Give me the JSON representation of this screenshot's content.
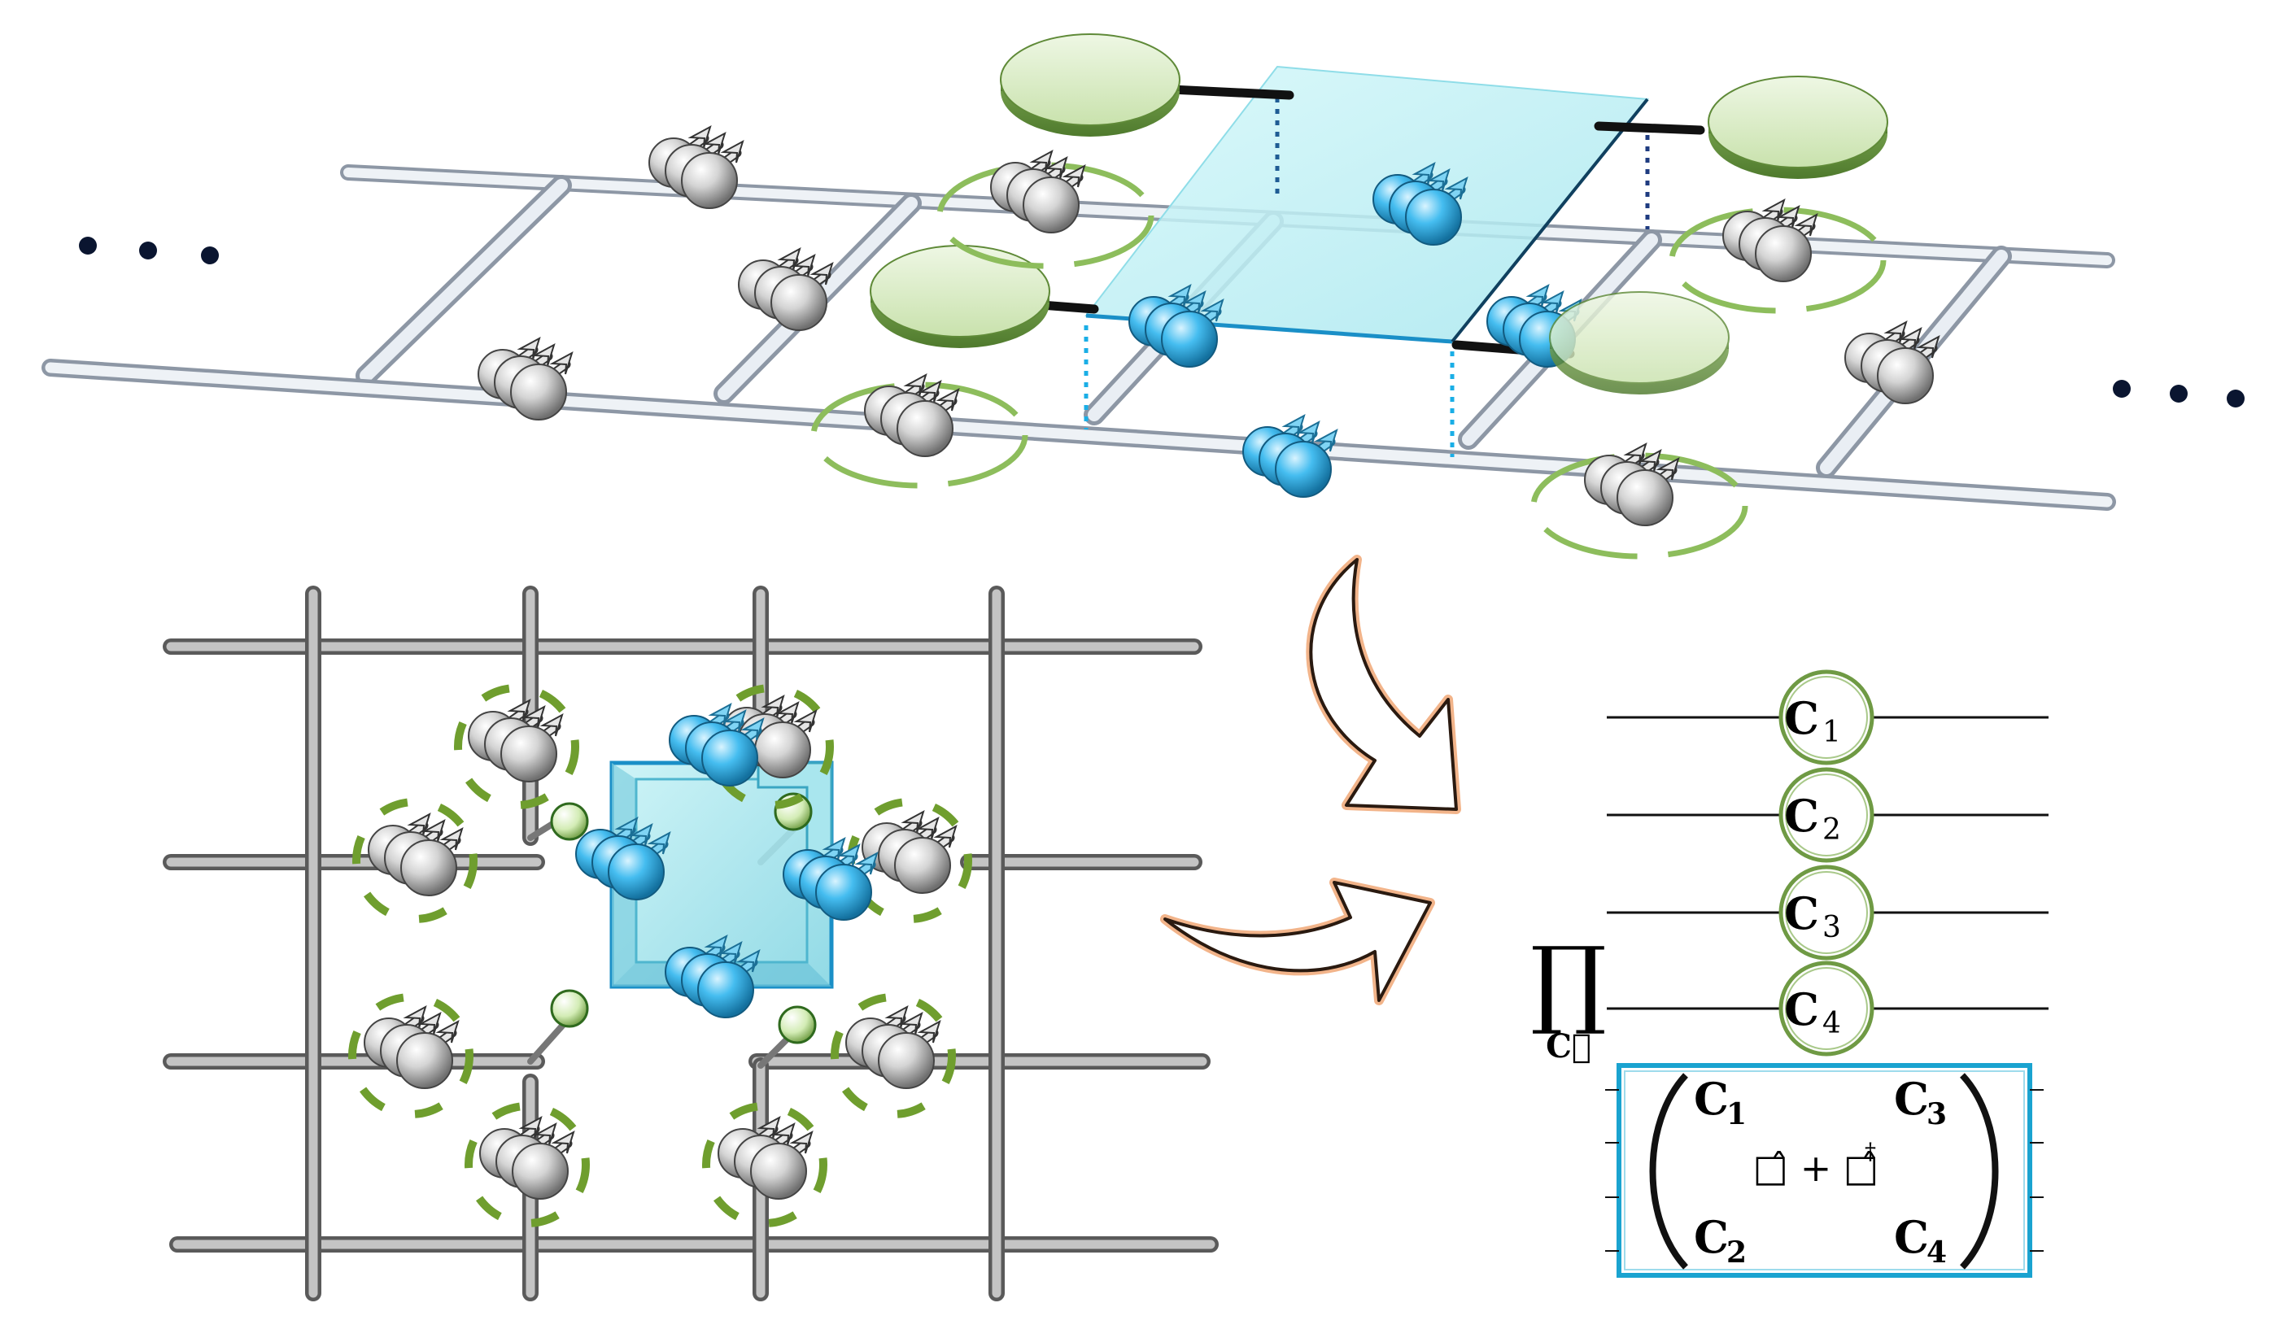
{
  "colors": {
    "rail": "#d9e1ea",
    "rail_edge": "#8d97a5",
    "grid_rod": "#9a9a9a",
    "grid_rod_edge": "#5a5a5a",
    "sphere_gray": "#c8c8c8",
    "sphere_blue": "#38b6e6",
    "plaquette_fill": "#bff1f4",
    "plaquette_edge": "#1aa3d0",
    "disk_green": "#d8ecc4",
    "disk_green_edge": "#6f9a44",
    "dash_green": "#7fb14b",
    "arrow_stroke": "#2a1a10",
    "arrow_fill": "#ffffff",
    "arrow_glow": "#f2b48a",
    "dot": "#0a1530"
  },
  "icons": {
    "spin_site": "atom-spin-icon",
    "ellipsis": "ellipsis-icon",
    "flow_arrow": "curved-arrow-icon"
  },
  "circuit": {
    "product_symbol": "∏",
    "product_subscript": "C⃗",
    "gates": [
      {
        "letter": "C",
        "index": "1"
      },
      {
        "letter": "C",
        "index": "2"
      },
      {
        "letter": "C",
        "index": "3"
      },
      {
        "letter": "C",
        "index": "4"
      }
    ],
    "matrix": {
      "top_left": {
        "letter": "C",
        "index": "1"
      },
      "top_right": {
        "letter": "C",
        "index": "3"
      },
      "bottom_left": {
        "letter": "C",
        "index": "2"
      },
      "bottom_right": {
        "letter": "C",
        "index": "4"
      },
      "center_operator": "□̂ + □̂",
      "center_dagger": "†"
    }
  }
}
